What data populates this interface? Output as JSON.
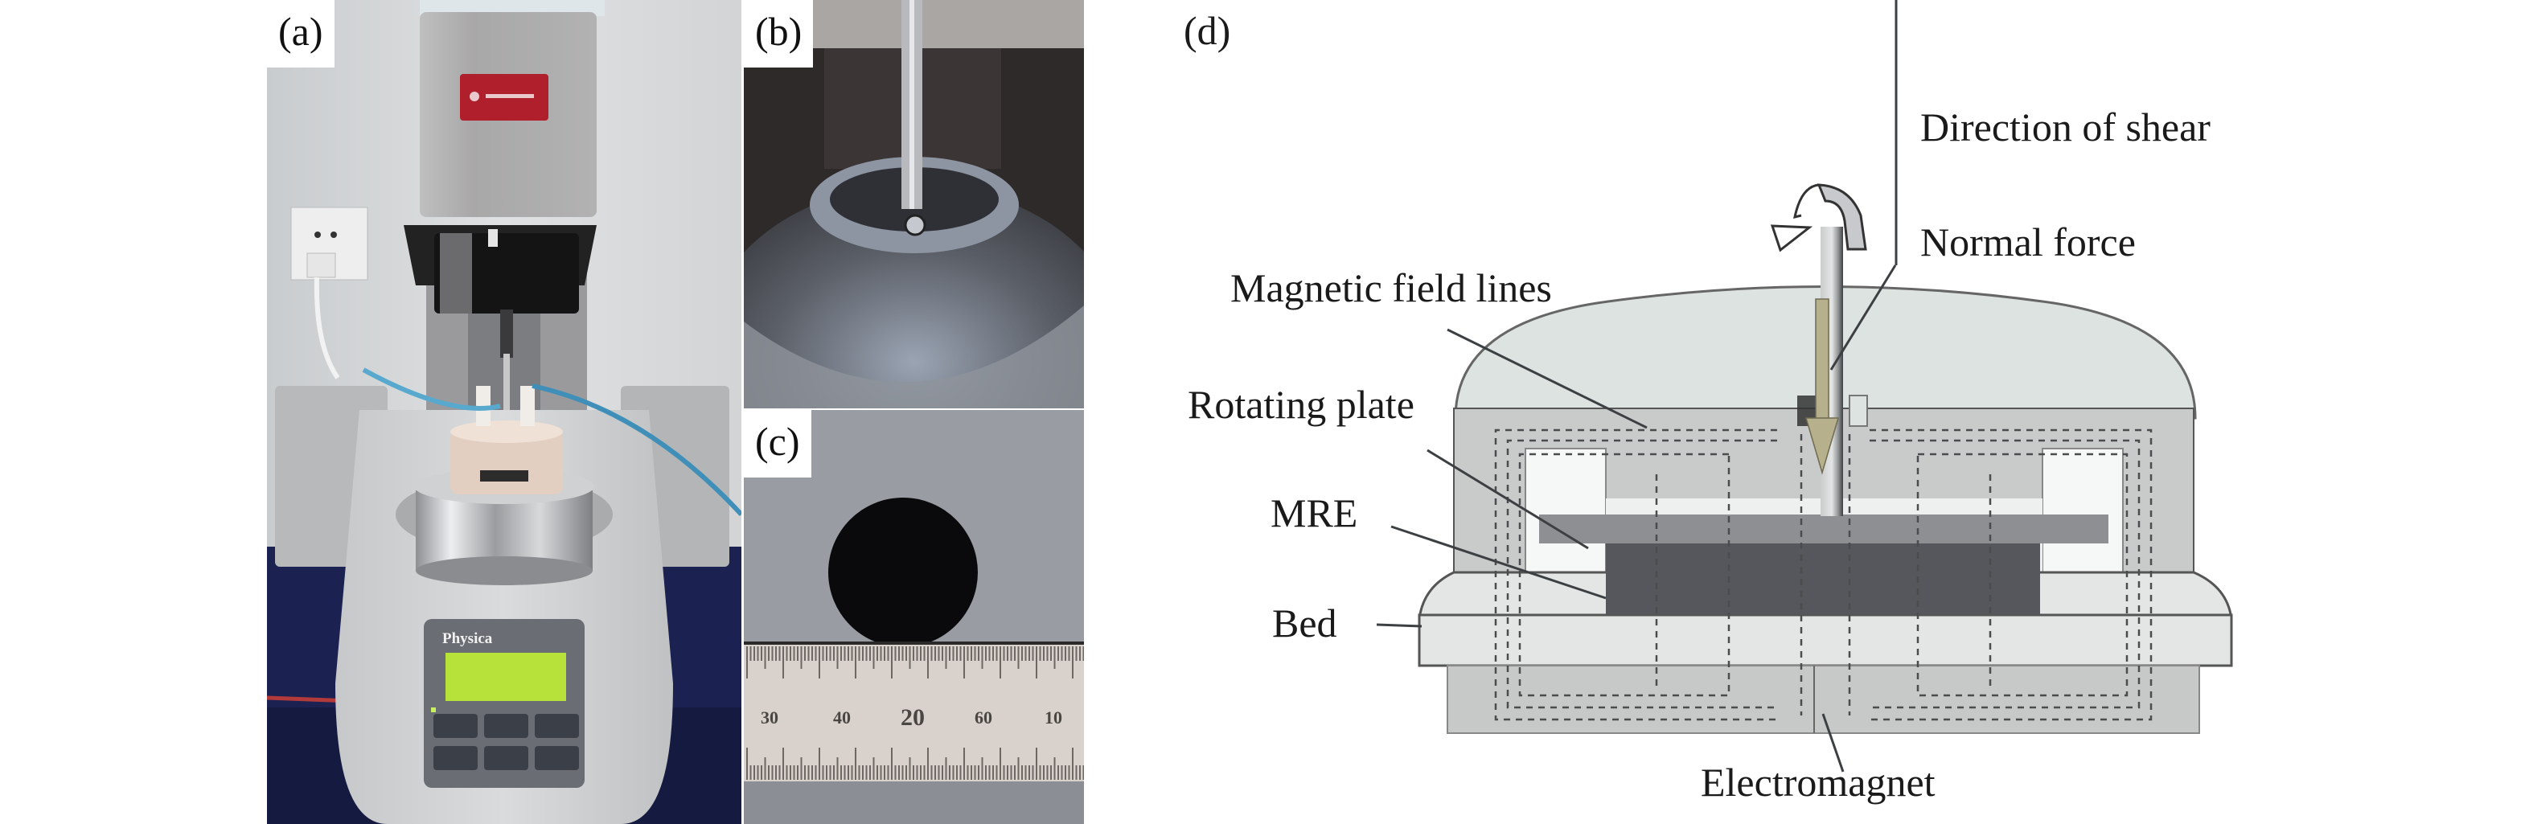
{
  "figure": {
    "panels": [
      {
        "id": "a",
        "label": "(a)",
        "content": "rheometer-photo"
      },
      {
        "id": "b",
        "label": "(b)",
        "content": "parallel-plate-closeup-photo"
      },
      {
        "id": "c",
        "label": "(c)",
        "content": "mre-sample-with-ruler-photo"
      },
      {
        "id": "d",
        "label": "(d)",
        "content": "schematic-diagram"
      }
    ],
    "photo_a": {
      "instrument_brand": "Physica"
    },
    "photo_c": {
      "ruler_numbers": [
        "30",
        "40",
        "20",
        "60",
        "10"
      ]
    },
    "diagram": {
      "labels": {
        "direction_of_shear": "Direction of shear",
        "normal_force": "Normal force",
        "magnetic_field_lines": "Magnetic field lines",
        "rotating_plate": "Rotating plate",
        "mre": "MRE",
        "bed": "Bed",
        "electromagnet": "Electromagnet"
      },
      "colors": {
        "dome": "#dde3e0",
        "body": "#c9cbcb",
        "rotating_plate": "#8e8f93",
        "mre": "#56575c",
        "bed": "#e3e6e4",
        "normal_force_arrow": "#b6b08c",
        "shear_arrow": "#c7c9cc"
      }
    }
  }
}
